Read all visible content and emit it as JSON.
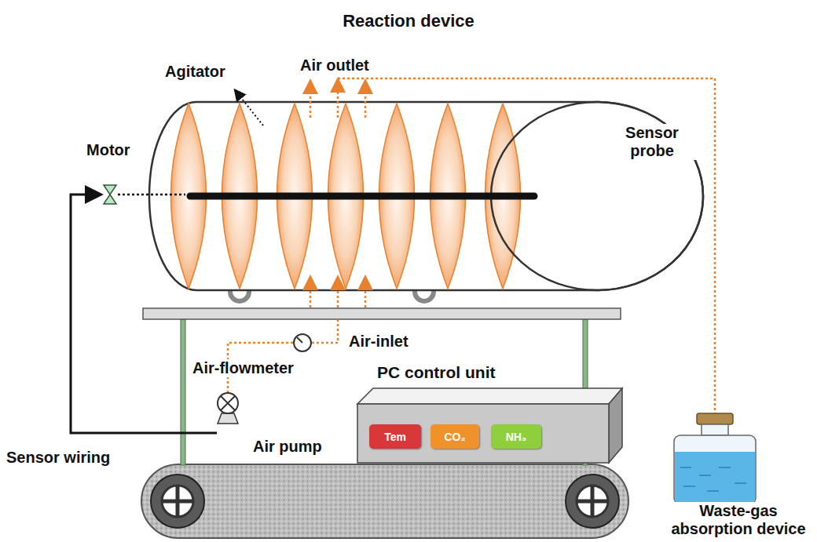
{
  "diagram": {
    "title": "Reaction device",
    "nodes": [
      {
        "text": [
          "PC control unit"
        ]
      },
      {
        "text": [
          "Tem"
        ],
        "in": 0
      },
      {
        "text": [
          "CO₂"
        ],
        "in": 0
      },
      {
        "text": [
          "NH₃"
        ],
        "in": 0
      }
    ],
    "labels": [
      "Agitator",
      "Air outlet",
      "Motor",
      "Sensor probe",
      "Air-inlet",
      "Air-flowmeter",
      "Air pump",
      "Sensor wiring",
      "Waste-gas absorption device"
    ]
  }
}
